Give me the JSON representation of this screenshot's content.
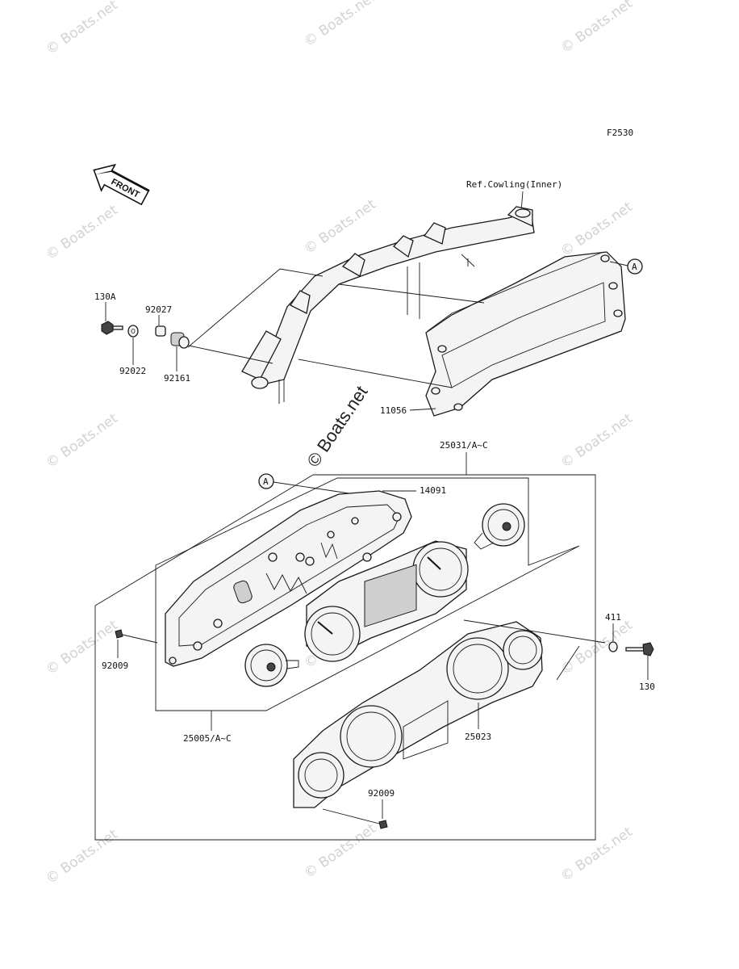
{
  "figure_id": "F2530",
  "front_arrow_label": "FRONT",
  "reference_note": "Ref.Cowling(Inner)",
  "callout_marker": "A",
  "watermark": "© Boats.net",
  "center_watermark": "© Boats.net",
  "part_numbers": {
    "bolt_top": "130A",
    "washer_top": "92022",
    "collar": "92027",
    "grommet": "92161",
    "bracket": "11056",
    "meter_assy": "25031/A~C",
    "cover": "14091",
    "screw_left": "92009",
    "meter_sub_assy": "25005/A~C",
    "panel": "25023",
    "screw_bottom": "92009",
    "washer_right": "411",
    "bolt_right": "130"
  }
}
